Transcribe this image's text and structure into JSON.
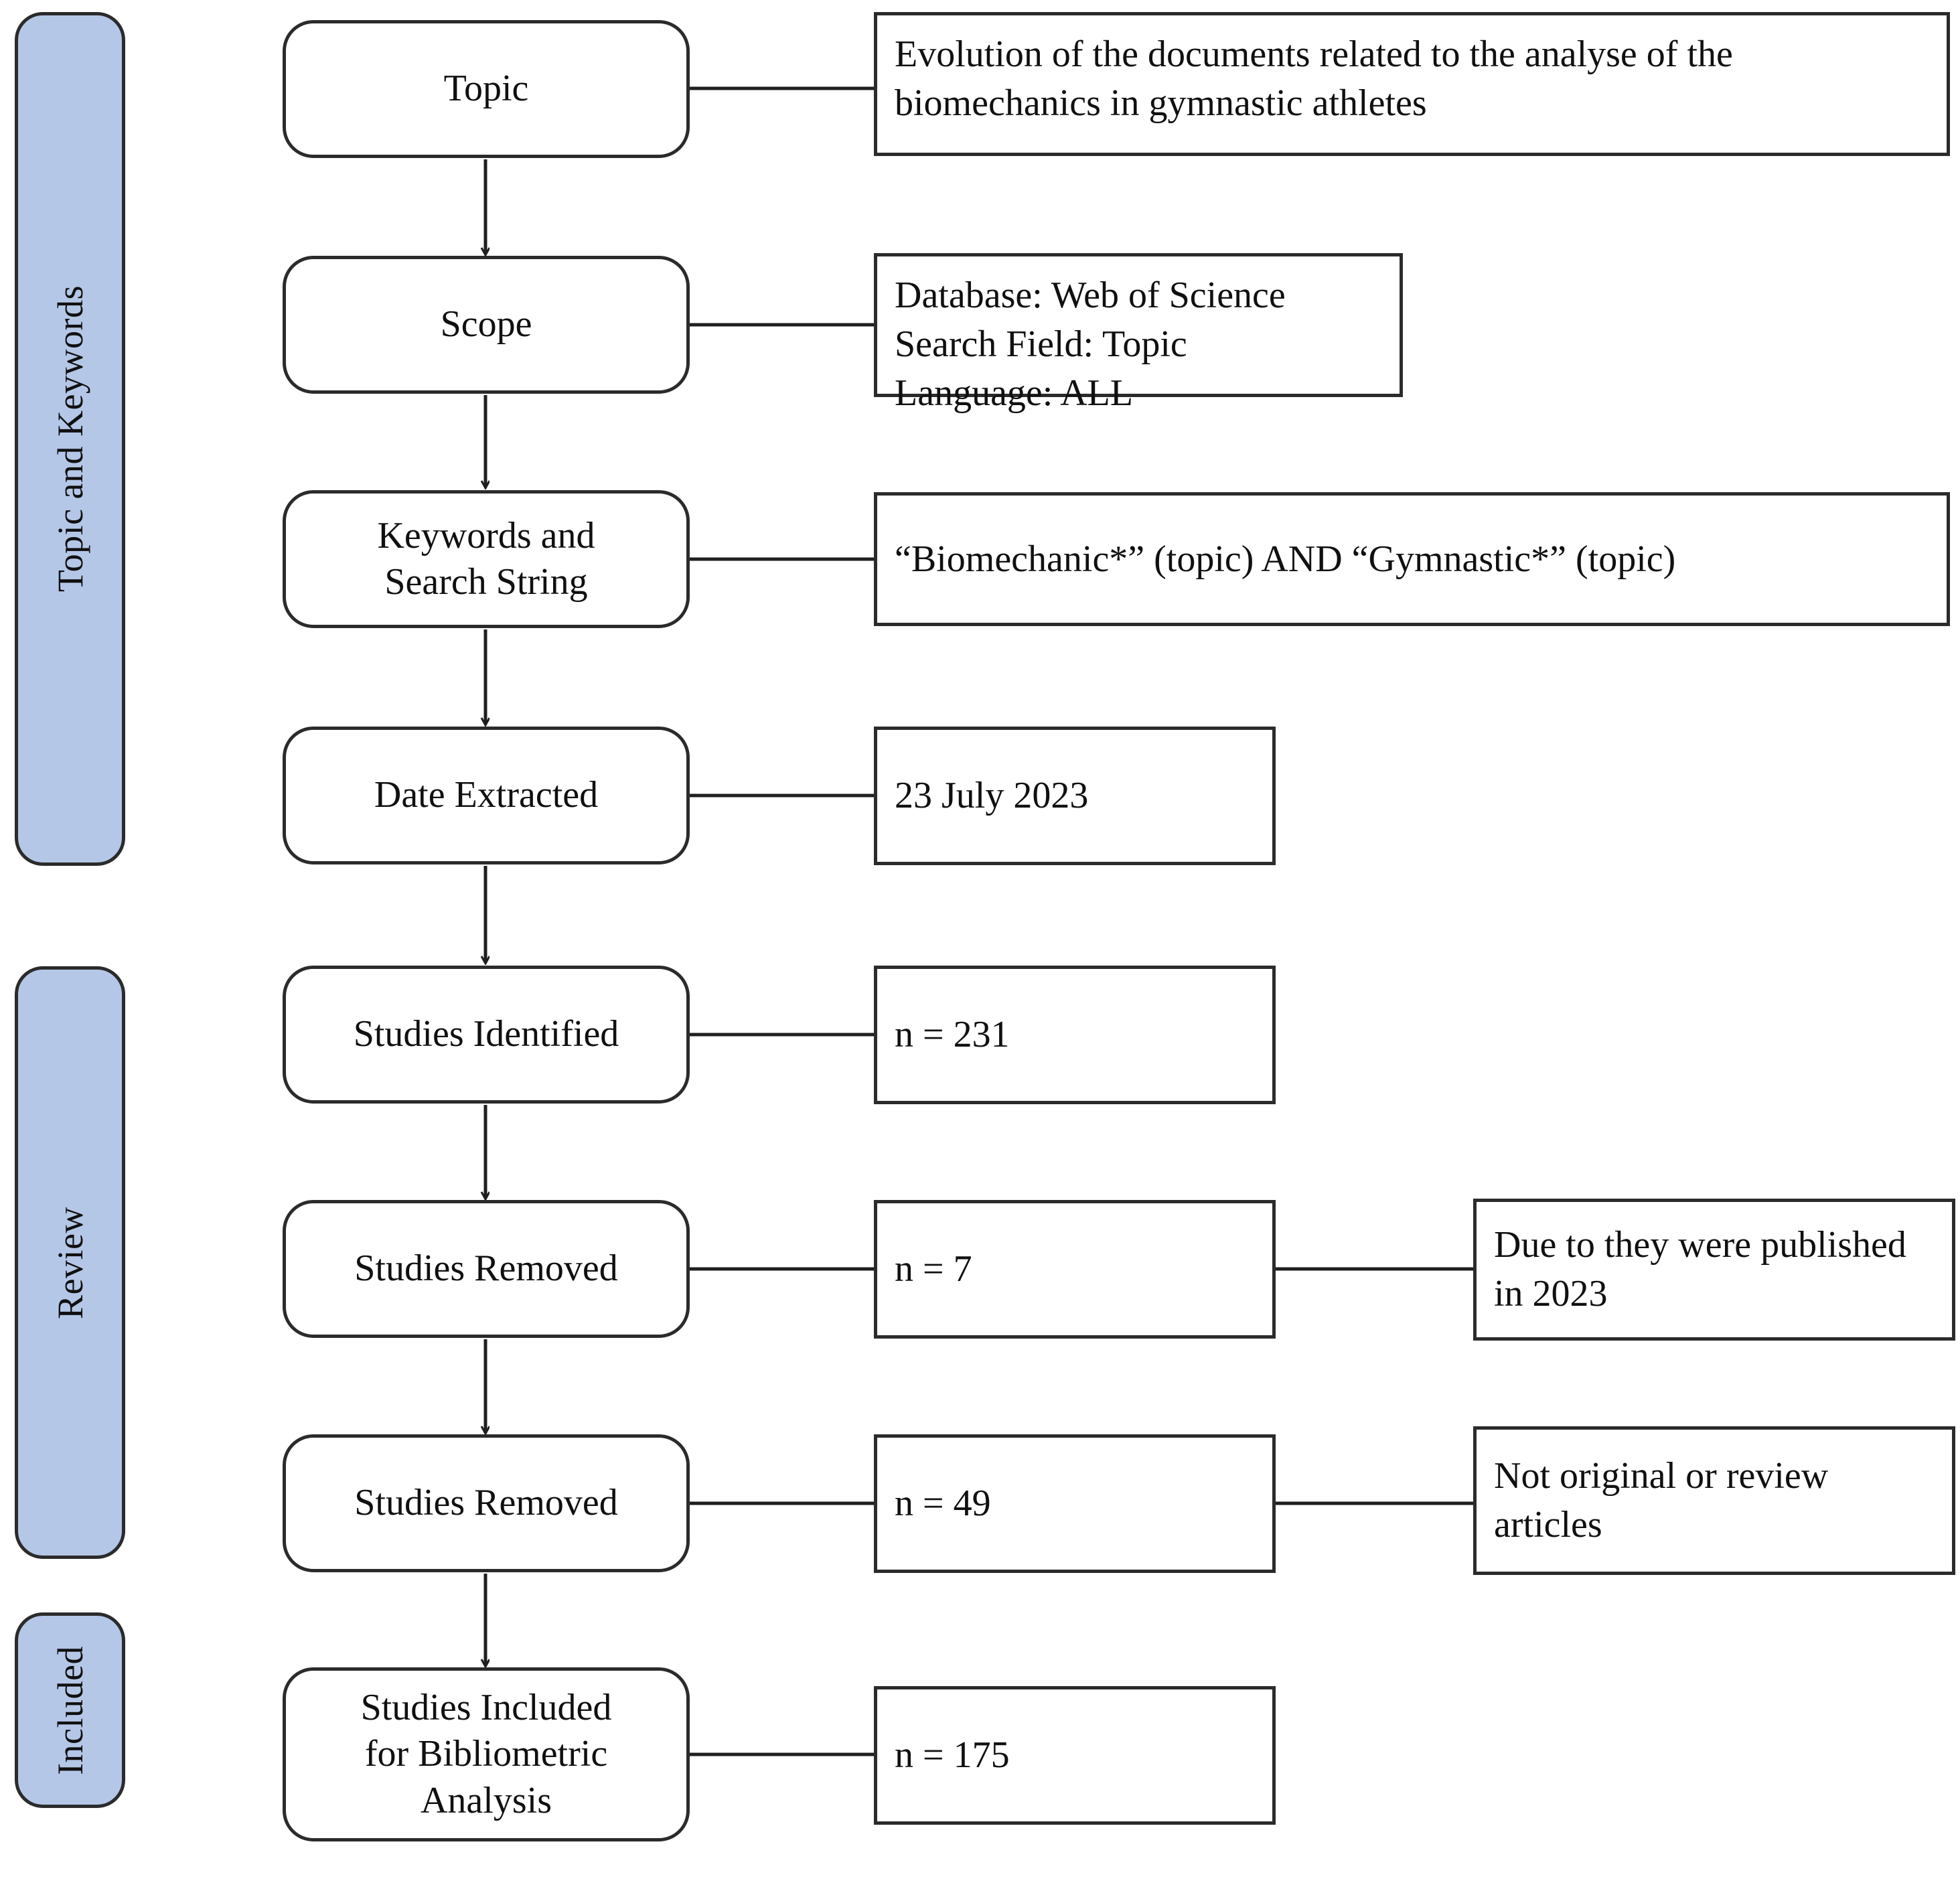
{
  "phases": [
    {
      "id": "topic-and-keywords",
      "label": "Topic and Keywords"
    },
    {
      "id": "review",
      "label": "Review"
    },
    {
      "id": "included",
      "label": "Included"
    }
  ],
  "nodes": [
    {
      "id": "topic",
      "label": "Topic"
    },
    {
      "id": "scope",
      "label": "Scope"
    },
    {
      "id": "keywords",
      "label": "Keywords and\nSearch String"
    },
    {
      "id": "date-extracted",
      "label": "Date Extracted"
    },
    {
      "id": "studies-identified",
      "label": "Studies Identified"
    },
    {
      "id": "studies-removed-1",
      "label": "Studies Removed"
    },
    {
      "id": "studies-removed-2",
      "label": "Studies Removed"
    },
    {
      "id": "studies-included",
      "label": "Studies Included\nfor Bibliometric\nAnalysis"
    }
  ],
  "details": [
    {
      "id": "topic-detail",
      "text": "Evolution of the documents related to the analyse of the biomechanics in gymnastic athletes"
    },
    {
      "id": "scope-detail",
      "text": "Database: Web of Science\nSearch Field: Topic\nLanguage: ALL"
    },
    {
      "id": "keywords-detail",
      "text": "“Biomechanic*” (topic) AND “Gymnastic*” (topic)"
    },
    {
      "id": "date-detail",
      "text": "23 July 2023"
    },
    {
      "id": "identified-count",
      "text": "n = 231"
    },
    {
      "id": "removed-1-count",
      "text": "n = 7"
    },
    {
      "id": "removed-2-count",
      "text": "n = 49"
    },
    {
      "id": "included-count",
      "text": "n = 175"
    }
  ],
  "reasons": [
    {
      "id": "reason-published-2023",
      "text": "Due to they were published in 2023"
    },
    {
      "id": "reason-not-original",
      "text": "Not original or review articles"
    }
  ],
  "colors": {
    "phase_bar_fill": "#B4C7E7",
    "stroke": "#2B2B2B",
    "box_fill": "#FFFFFF",
    "text": "#101010"
  }
}
